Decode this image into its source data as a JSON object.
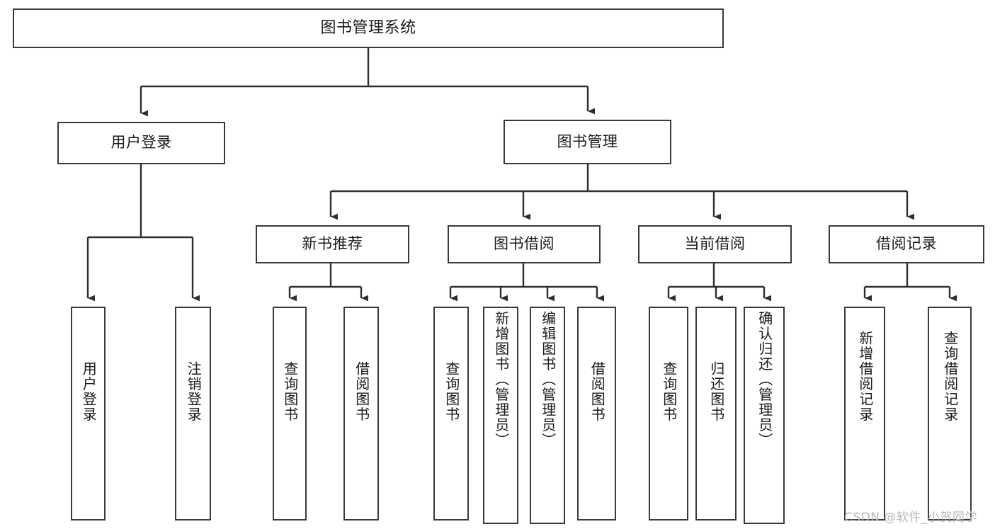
{
  "diagram": {
    "type": "tree",
    "title": "图书管理系统",
    "watermark": "CSDN @软件_小贺同学",
    "colors": {
      "background": "#ffffff",
      "box_border": "#3a3a3a",
      "box_fill": "#ffffff",
      "connector": "#2e2e2e",
      "text": "#1a1a1a",
      "watermark": "#b9b9b9"
    },
    "root": {
      "label": "图书管理系统"
    },
    "level1": [
      {
        "label": "用户登录"
      },
      {
        "label": "图书管理"
      }
    ],
    "level2": [
      {
        "label": "新书推荐"
      },
      {
        "label": "图书借阅"
      },
      {
        "label": "当前借阅"
      },
      {
        "label": "借阅记录"
      }
    ],
    "leaves": {
      "user_login": [
        {
          "label": "用户登录"
        },
        {
          "label": "注销登录"
        }
      ],
      "new_book_recommend": [
        {
          "label": "查询图书"
        },
        {
          "label": "借阅图书"
        }
      ],
      "book_borrow": [
        {
          "label": "查询图书"
        },
        {
          "label": "新增图书（管理员）"
        },
        {
          "label": "编辑图书（管理员）"
        },
        {
          "label": "借阅图书"
        }
      ],
      "current_borrow": [
        {
          "label": "查询图书"
        },
        {
          "label": "归还图书"
        },
        {
          "label": "确认归还（管理员）"
        }
      ],
      "borrow_record": [
        {
          "label": "新增借阅记录"
        },
        {
          "label": "查询借阅记录"
        }
      ]
    }
  }
}
